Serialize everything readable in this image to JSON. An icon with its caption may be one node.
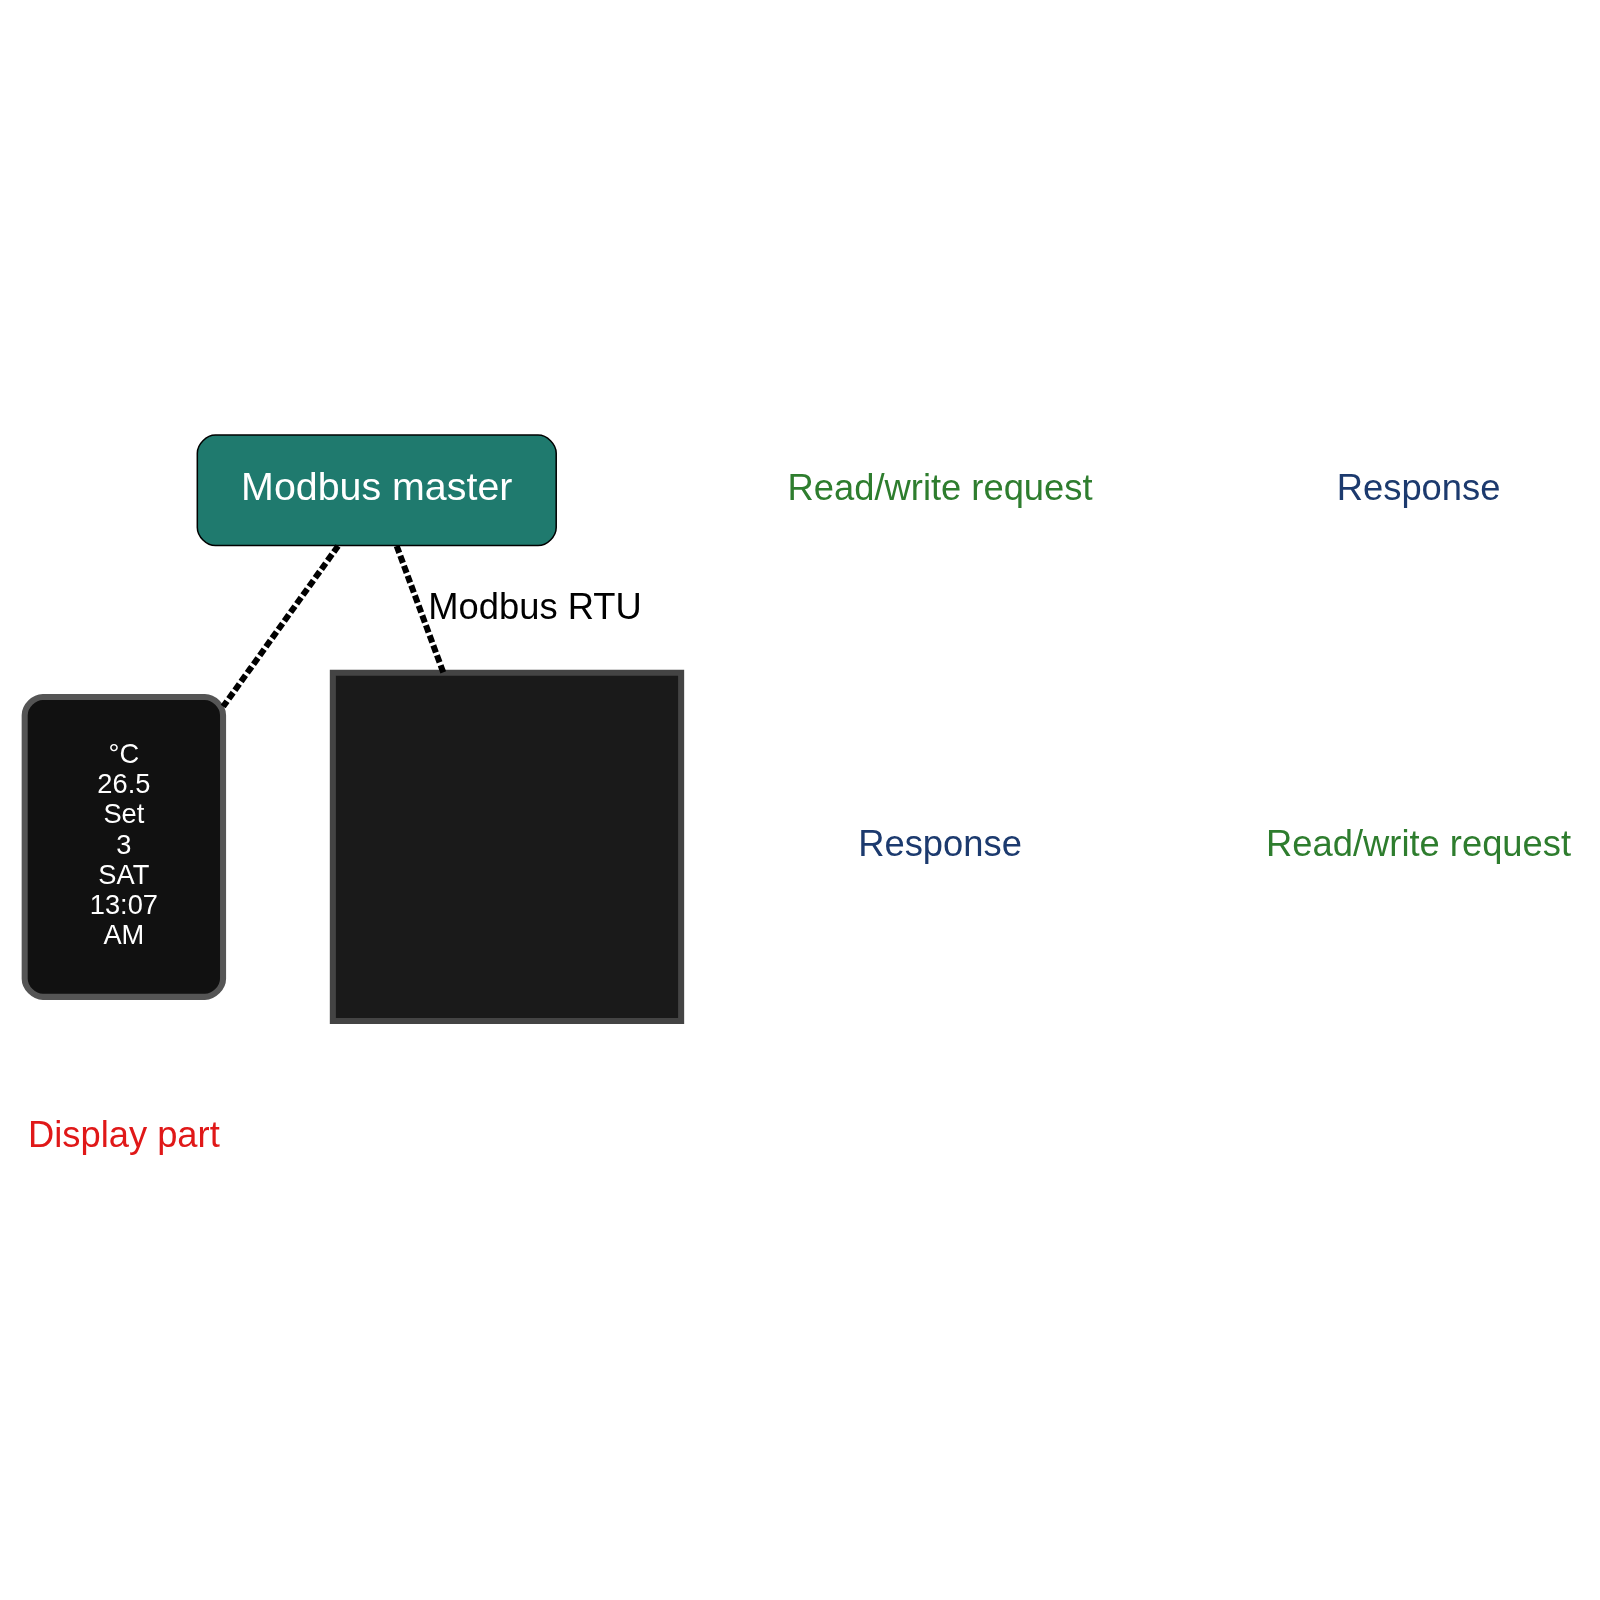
{
  "diagram": {
    "nodes": [
      {
        "text": [
          "Modbus master"
        ]
      },
      {
        "text": [
          "°C",
          "26.5",
          "Set",
          "3",
          "SAT",
          "13:07",
          "AM"
        ]
      },
      {
        "text": [],
        "shape": "box"
      }
    ],
    "edges": [
      {
        "from": 0,
        "to": 1,
        "arrow": "none",
        "style": "dashed"
      },
      {
        "from": 0,
        "to": 2,
        "label": "Modbus RTU",
        "arrow": "none",
        "style": "dashed"
      }
    ],
    "labels": [
      "Read/write request",
      "Response",
      "Response",
      "Read/write request",
      "Display part"
    ]
  }
}
